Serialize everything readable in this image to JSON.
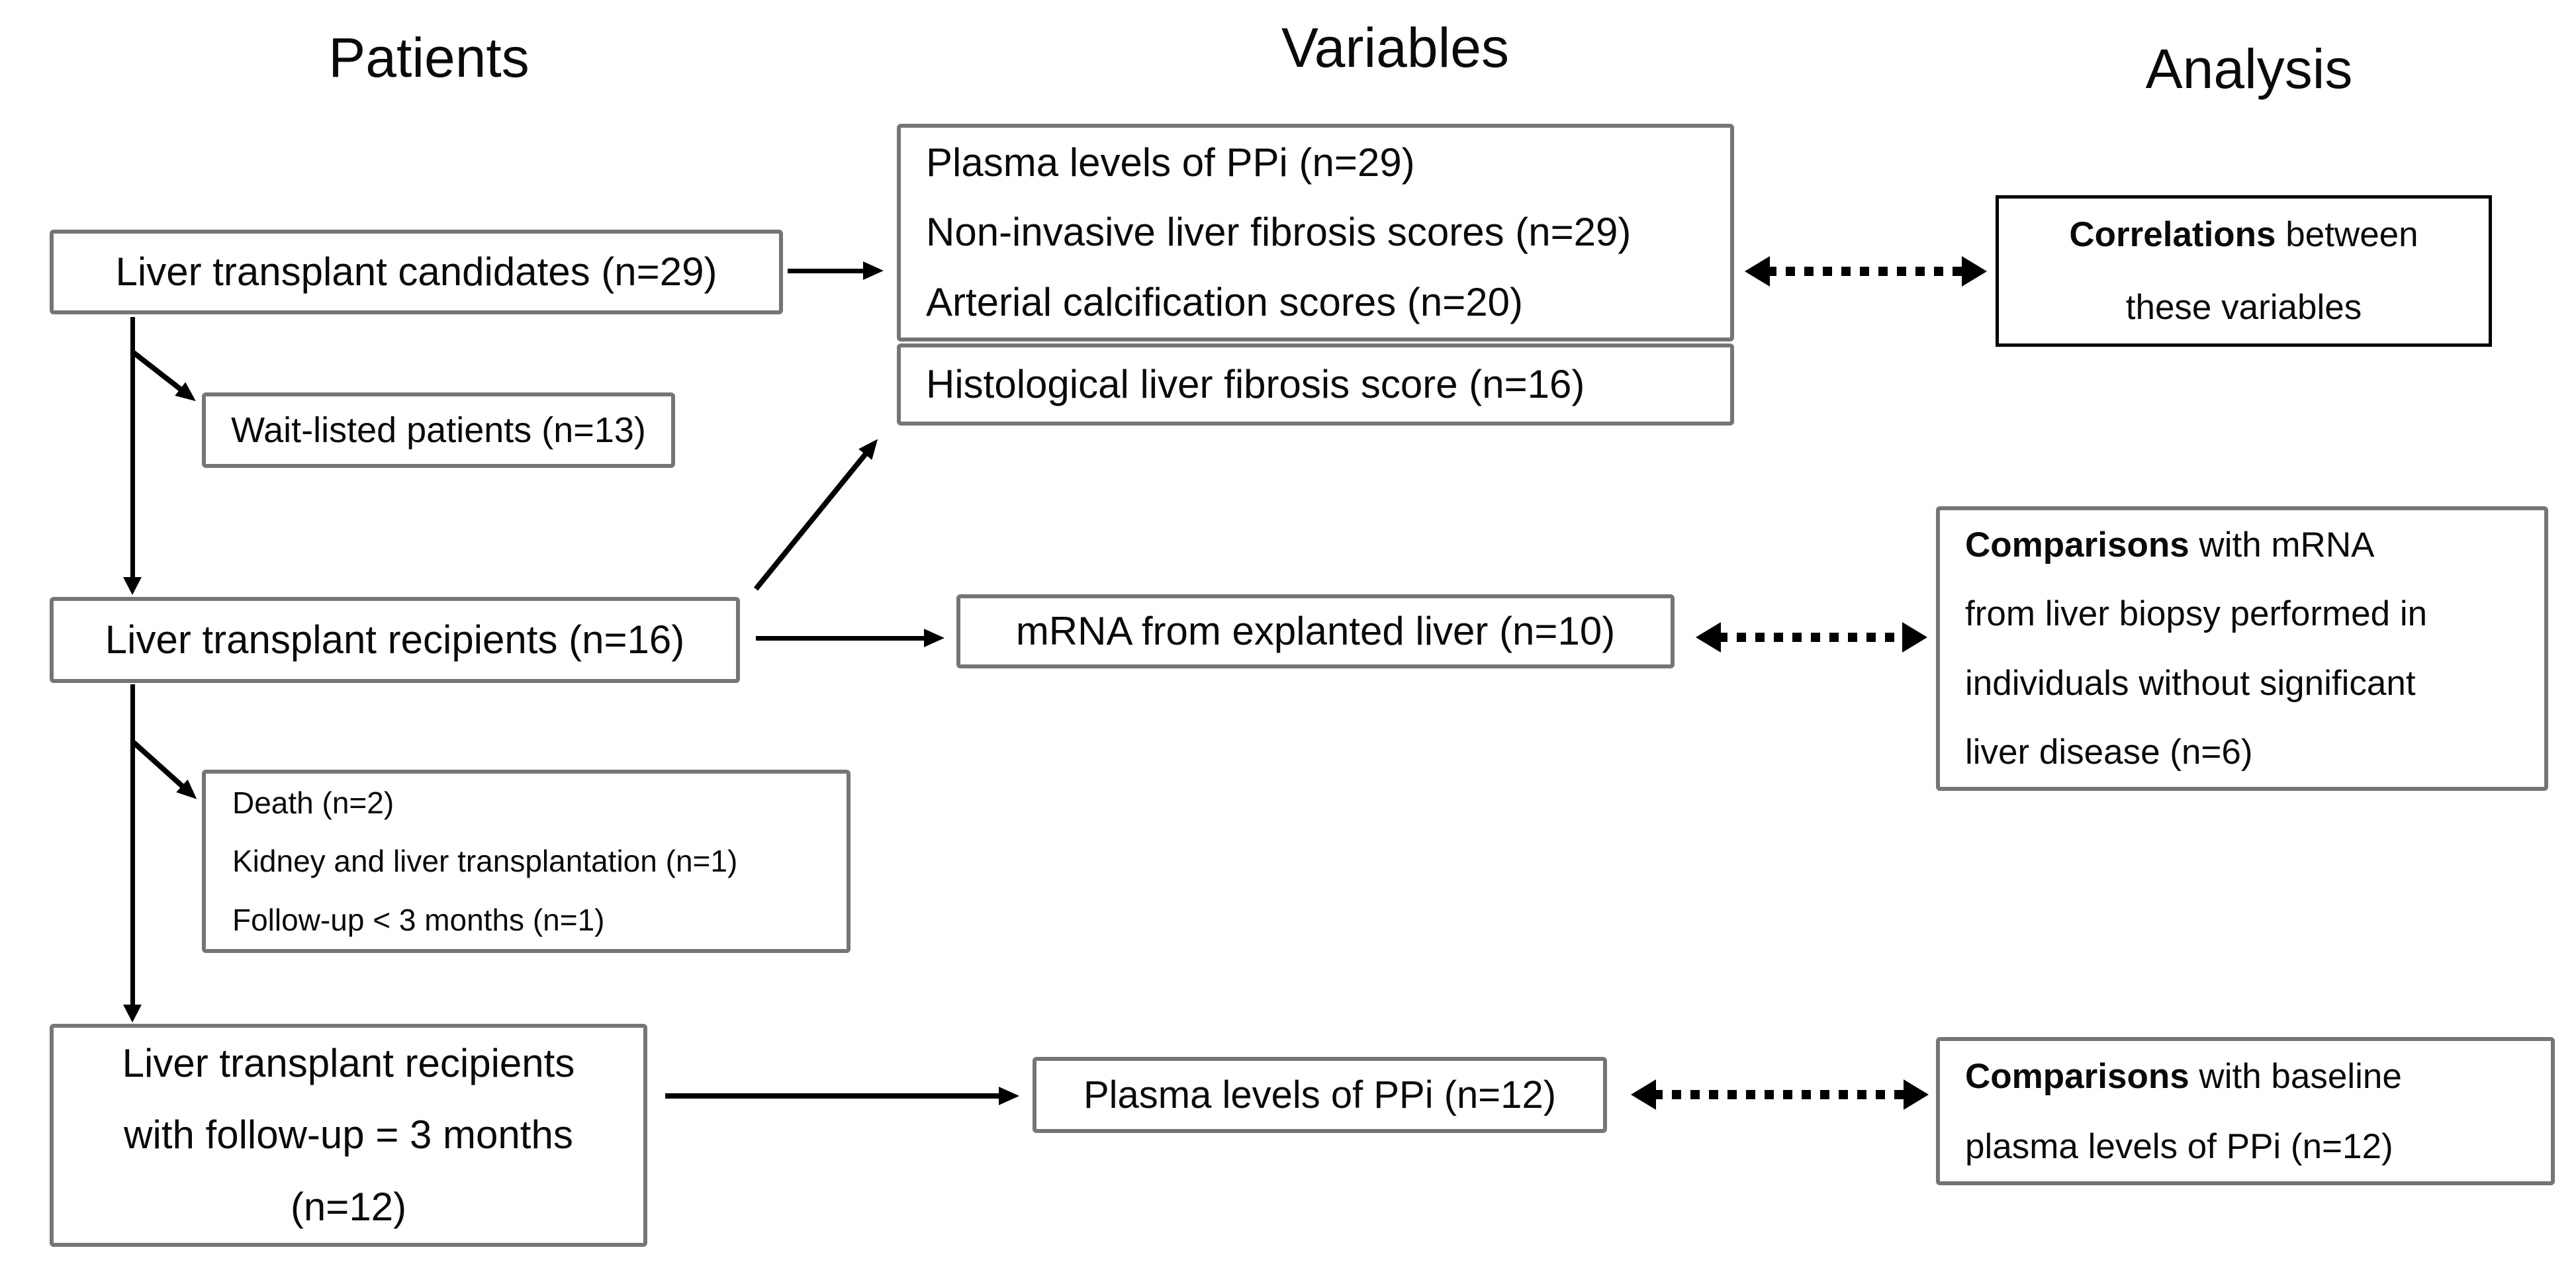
{
  "columns": {
    "patients": "Patients",
    "variables": "Variables",
    "analysis": "Analysis"
  },
  "boxes": {
    "candidates": {
      "text": "Liver transplant candidates (n=29)"
    },
    "wait_listed": {
      "text": "Wait-listed patients (n=13)"
    },
    "recipients": {
      "text": "Liver transplant recipients (n=16)"
    },
    "exclusions": {
      "lines": [
        "Death (n=2)",
        "Kidney and liver transplantation (n=1)",
        "Follow-up < 3 months (n=1)"
      ]
    },
    "follow_up": {
      "lines": [
        "Liver transplant recipients",
        "with follow-up = 3 months",
        "(n=12)"
      ]
    },
    "variables_baseline": {
      "lines": [
        "Plasma levels of PPi (n=29)",
        "Non-invasive liver fibrosis scores (n=29)",
        "Arterial calcification scores (n=20)"
      ]
    },
    "histological": {
      "text": "Histological liver fibrosis score (n=16)"
    },
    "mrna": {
      "text": "mRNA from explanted liver (n=10)"
    },
    "plasma_followup": {
      "text": "Plasma levels of PPi (n=12)"
    },
    "correlations": {
      "lead": "Correlations",
      "line1_rest": " between",
      "line2": "these variables"
    },
    "comparisons_mrna": {
      "lead": "Comparisons",
      "line1_rest": " with mRNA",
      "line2": "from liver biopsy performed in",
      "line3": "individuals without significant",
      "line4": "liver disease (n=6)"
    },
    "comparisons_baseline": {
      "lead": "Comparisons",
      "line1_rest": " with baseline",
      "line2": "plasma levels of PPi (n=12)"
    }
  },
  "colors": {
    "background": "#ffffff",
    "text": "#0a0a0a",
    "box_border_gray": "#757575",
    "box_border_black": "#000000",
    "arrow": "#000000"
  }
}
